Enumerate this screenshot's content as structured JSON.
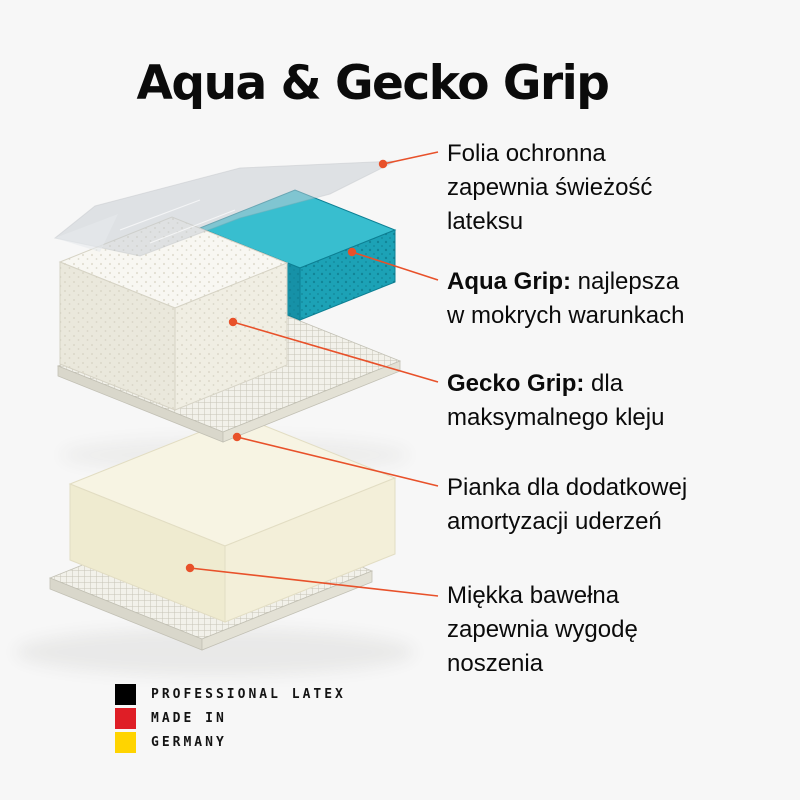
{
  "title": "Aqua & Gecko Grip",
  "colors": {
    "background": "#F7F7F7",
    "text": "#0B0B0B",
    "accent": "#E8512A",
    "teal-top": "#38BECF",
    "teal-left": "#1691A7",
    "teal-right": "#1CA2B6",
    "flag-black": "#000000",
    "flag-red": "#DF1E26",
    "flag-yellow": "#FFD400"
  },
  "annotations": [
    {
      "bold": "",
      "text": "Folia ochronna\nzapewnia świeżość\nlateksu"
    },
    {
      "bold": "Aqua Grip:",
      "text": " najlepsza\nw mokrych warunkach"
    },
    {
      "bold": "Gecko Grip:",
      "text": " dla\nmaksymalnego kleju"
    },
    {
      "bold": "",
      "text": "Pianka dla dodatkowej\namortyzacji uderzeń"
    },
    {
      "bold": "",
      "text": "Miękka bawełna\nzapewnia wygodę\nnoszenia"
    }
  ],
  "badge": {
    "lines": [
      "PROFESSIONAL LATEX",
      "MADE IN",
      "GERMANY"
    ]
  }
}
